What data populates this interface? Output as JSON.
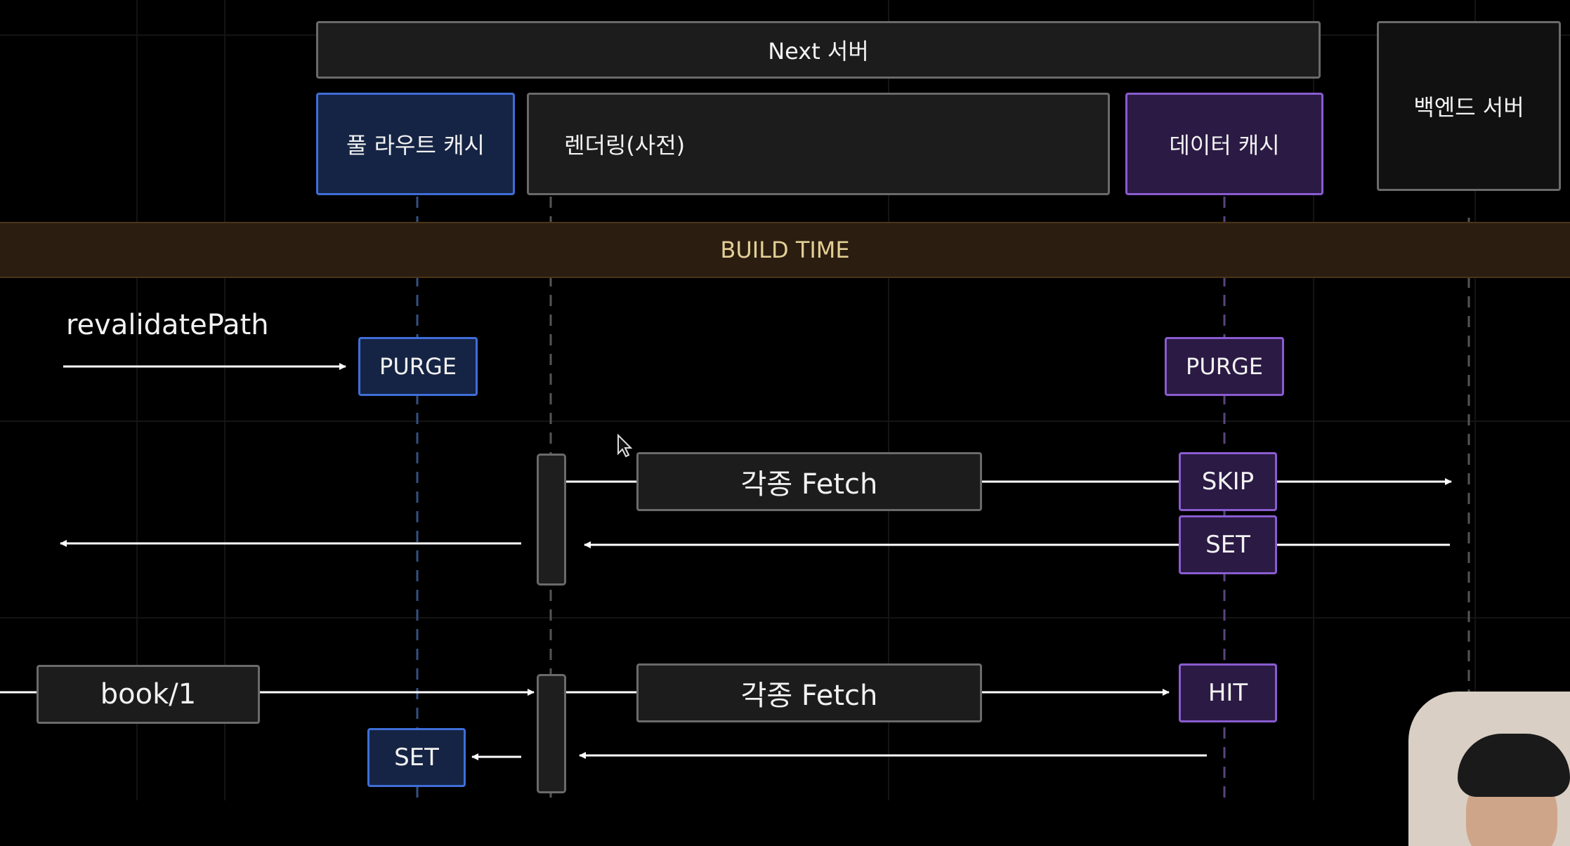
{
  "header": {
    "next_server": "Next 서버",
    "backend_server": "백엔드 서버",
    "full_route_cache": "풀 라우트 캐시",
    "rendering": "렌더링(사전)",
    "data_cache": "데이터 캐시"
  },
  "band": {
    "label": "BUILD TIME"
  },
  "revalidate": {
    "label": "revalidatePath",
    "purge_left": "PURGE",
    "purge_right": "PURGE"
  },
  "flow1": {
    "fetch": "각종 Fetch",
    "skip": "SKIP",
    "set": "SET"
  },
  "flow2": {
    "request": "book/1",
    "fetch": "각종 Fetch",
    "hit": "HIT",
    "set": "SET"
  },
  "colors": {
    "background": "#000000",
    "gray_border": "#6a6a6a",
    "blue_border": "#3f6ed8",
    "purple_border": "#8a5cd0",
    "band": "#2b1d10",
    "band_text": "#e3cf95"
  }
}
